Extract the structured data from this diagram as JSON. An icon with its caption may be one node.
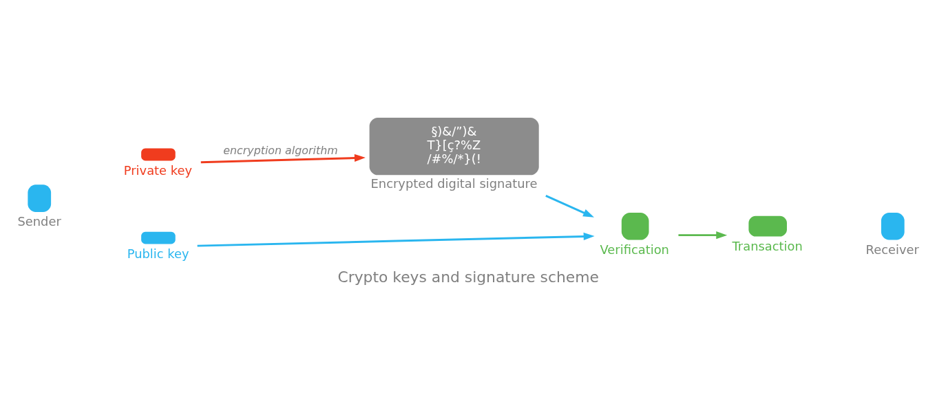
{
  "diagram": {
    "caption": "Crypto keys and signature scheme",
    "nodes": [
      {
        "text": [
          "Sender"
        ]
      },
      {
        "text": [
          "Private key"
        ]
      },
      {
        "text": [
          "Public key"
        ]
      },
      {
        "text": [
          "§)&/”)& T}[ç?%Z /#%/*}(!",
          "Encrypted digital signature"
        ]
      },
      {
        "text": [
          "Verification"
        ]
      },
      {
        "text": [
          "Transaction"
        ]
      },
      {
        "text": [
          "Receiver"
        ]
      }
    ],
    "edges": [
      {
        "from": 1,
        "to": 3,
        "arrow": "to",
        "label": "encryption algorithm",
        "color": "#f03c1e"
      },
      {
        "from": 3,
        "to": 4,
        "arrow": "to",
        "color": "#2ab6ef"
      },
      {
        "from": 2,
        "to": 4,
        "arrow": "to",
        "color": "#2ab6ef"
      },
      {
        "from": 4,
        "to": 5,
        "arrow": "to",
        "color": "#5bb94e"
      }
    ]
  }
}
